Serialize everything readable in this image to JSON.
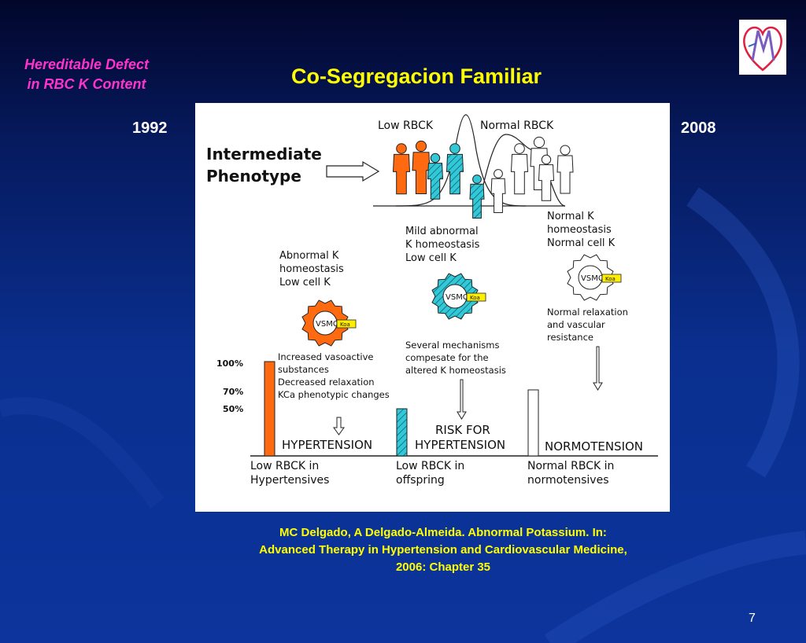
{
  "slide": {
    "side_title": [
      "Hereditable Defect",
      "in RBC K Content"
    ],
    "title": "Co-Segregacion Familiar",
    "year_left": "1992",
    "year_right": "2008",
    "citation": [
      "MC Delgado, A Delgado-Almeida. Abnormal Potassium. In:",
      "Advanced Therapy  in Hypertension and Cardiovascular Medicine,",
      "2006: Chapter 35"
    ],
    "page_number": "7"
  },
  "figure": {
    "top_labels": {
      "low": "Low RBCK",
      "normal": "Normal RBCK"
    },
    "phenotype": [
      "Intermediate",
      "Phenotype"
    ],
    "columns": [
      {
        "state": [
          "Abnormal K",
          "homeostasis",
          "Low cell K"
        ],
        "cell_label": "VSMC",
        "tag": "Koa",
        "effects": [
          "Increased vasoactive",
          "substances",
          "Decreased  relaxation",
          "KCa phenotypic changes"
        ],
        "outcome": [
          "HYPERTENSION"
        ],
        "bottom": [
          "Low RBCK in",
          "Hypertensives"
        ],
        "color": "#ff6a10",
        "level_percent": 100
      },
      {
        "state": [
          "Mild abnormal",
          "K homeostasis",
          "Low cell K"
        ],
        "cell_label": "VSMC",
        "tag": "Koa",
        "effects": [
          "Several mechanisms",
          "compesate for the",
          "altered K homeostasis"
        ],
        "outcome": [
          "RISK FOR",
          "HYPERTENSION"
        ],
        "bottom": [
          "Low RBCK in",
          "offspring"
        ],
        "color": "#33c8d8",
        "level_percent": 50
      },
      {
        "state": [
          "Normal K",
          "homeostasis",
          "Normal cell K"
        ],
        "cell_label": "VSMC",
        "tag": "Koa",
        "effects": [
          "Normal relaxation",
          "and vascular",
          "resistance"
        ],
        "outcome": [
          "NORMOTENSION"
        ],
        "bottom": [
          "Normal  RBCK in",
          "normotensives"
        ],
        "color": "#ffffff",
        "level_percent": 70
      }
    ],
    "axis_ticks": [
      "100%",
      "70%",
      "50%"
    ]
  },
  "colors": {
    "title": "#ffff00",
    "side_title": "#ff33cc",
    "low_rbck": "#ff6a10",
    "offspring": "#33c8d8"
  }
}
